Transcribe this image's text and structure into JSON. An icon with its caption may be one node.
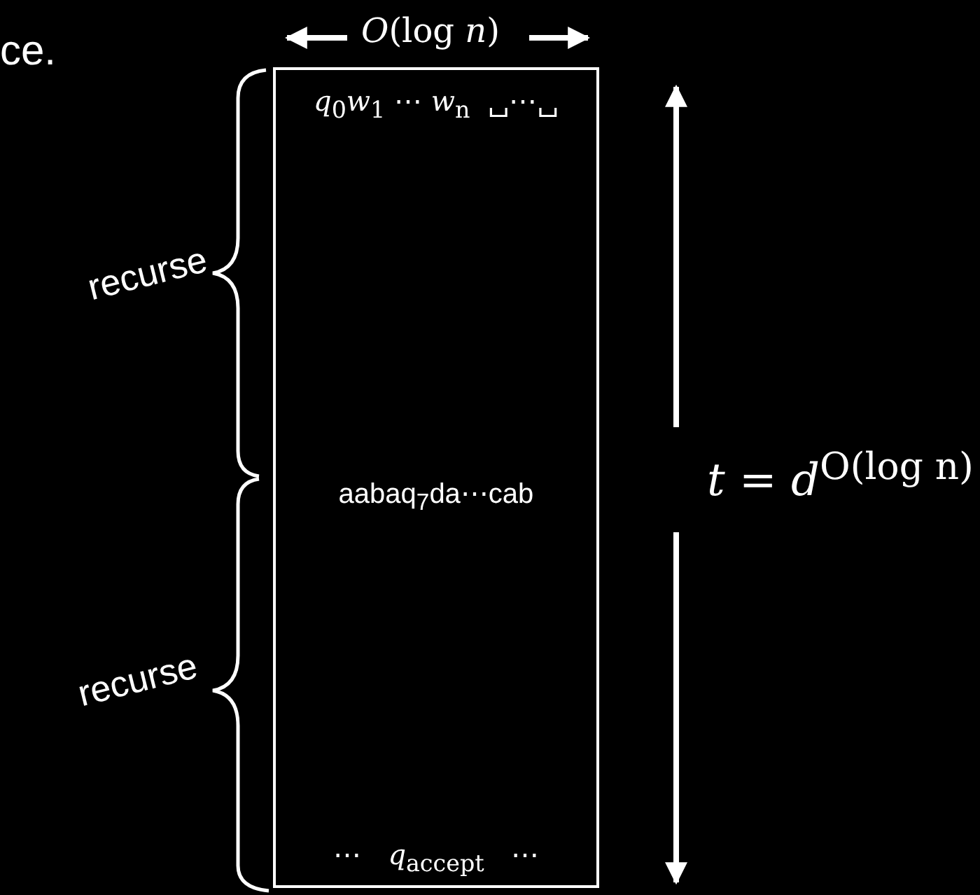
{
  "diagram": {
    "nodes": [
      {
        "text": [
          "*q*$_{0}$*w*$_{1}$ ⋯ *w*$_{n}$  ␣⋯␣",
          "aabaq$_{7}$da⋯cab",
          "⋯   *q*$_{accept}$   ⋯"
        ]
      }
    ],
    "edges": [],
    "labels": [
      "ce.",
      "*O*(log *n*)",
      "recurse",
      "recurse",
      "*t* = *d*$^{O(log n)}$"
    ]
  }
}
